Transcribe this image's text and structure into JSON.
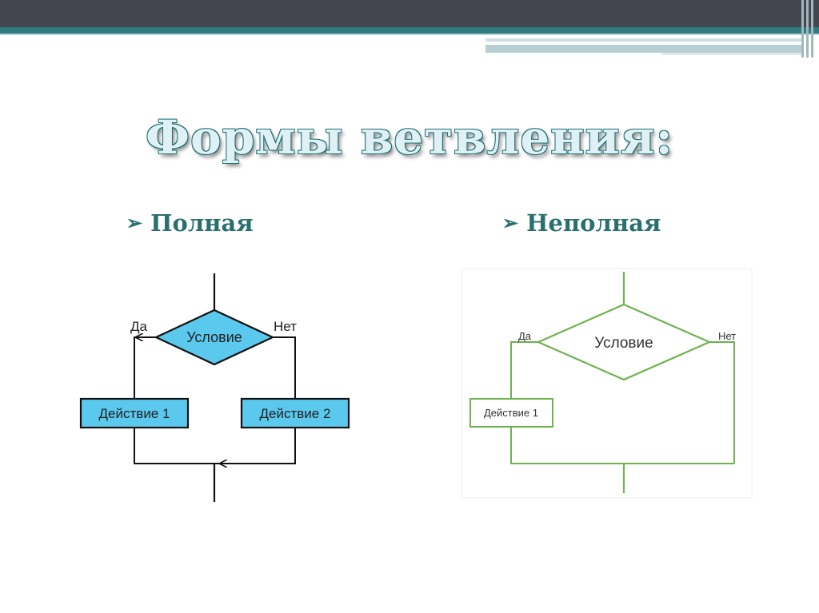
{
  "slide": {
    "title": "Формы ветвления:",
    "bullets": [
      {
        "label": "Полная"
      },
      {
        "label": "Неполная"
      }
    ]
  },
  "full_branch": {
    "condition": "Условие",
    "yes": "Да",
    "no": "Нет",
    "action1": "Действие 1",
    "action2": "Действие 2"
  },
  "partial_branch": {
    "condition": "Условие",
    "yes": "Да",
    "no": "Нет",
    "action1": "Действие 1"
  },
  "colors": {
    "accent": "#2e7a80",
    "full_fill": "#5bc8ee",
    "partial_stroke": "#6db34e"
  }
}
